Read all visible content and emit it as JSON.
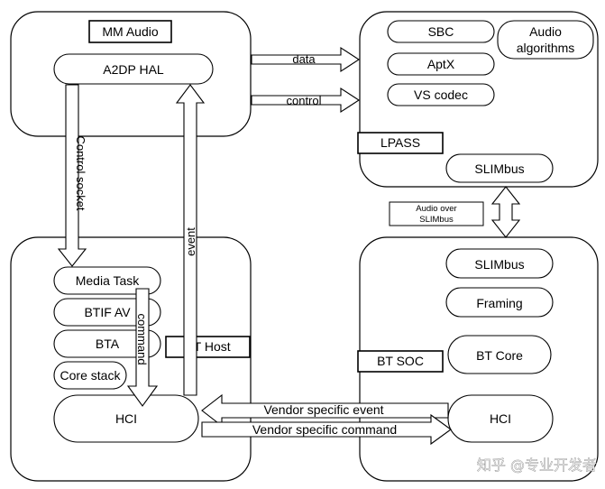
{
  "groups": {
    "mm_audio": {
      "title": "MM Audio",
      "hal": "A2DP HAL"
    },
    "lpass": {
      "title": "LPASS",
      "codecs": [
        "SBC",
        "AptX",
        "VS codec"
      ],
      "algorithms": [
        "Audio",
        "algorithms"
      ],
      "slimbus": "SLIMbus"
    },
    "bt_host": {
      "title": "BT Host",
      "stack": [
        "Media Task",
        "BTIF AV",
        "BTA",
        "Core stack"
      ],
      "hci": "HCI"
    },
    "bt_soc": {
      "title": "BT SOC",
      "slimbus": "SLIMbus",
      "framing": "Framing",
      "core": "BT Core",
      "hci": "HCI"
    }
  },
  "arrows": {
    "data": "data",
    "control": "control",
    "control_socket": "Control socket",
    "event": "event",
    "command": "command",
    "audio_over": [
      "Audio over",
      "SLIMbus"
    ],
    "vendor_event": "Vendor specific event",
    "vendor_command": "Vendor specific command"
  },
  "watermark": "知乎 @专业开发者"
}
